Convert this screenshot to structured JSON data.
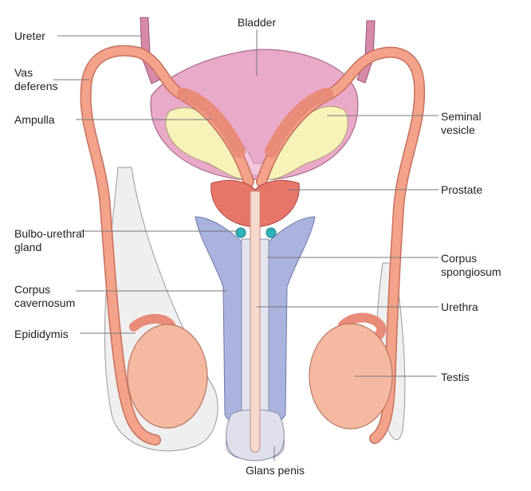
{
  "labels": {
    "ureter": "Ureter",
    "vas_deferens": "Vas\ndeferens",
    "ampulla": "Ampulla",
    "bulbo_urethral_gland": "Bulbo-urethral\ngland",
    "corpus_cavernosum": "Corpus\ncavernosum",
    "epididymis": "Epididymis",
    "bladder": "Bladder",
    "seminal_vesicle": "Seminal\nvesicle",
    "prostate": "Prostate",
    "corpus_spongiosum": "Corpus\nspongiosum",
    "urethra": "Urethra",
    "testis": "Testis",
    "glans_penis": "Glans penis"
  },
  "colors": {
    "bladder": "#e9a9c9",
    "bladder_inner": "#f2c6dc",
    "duct": "#f2a38a",
    "duct_outline": "#c86f5c",
    "seminal_vesicle": "#f7f3b8",
    "prostate": "#e7766a",
    "corpus_cavernosum": "#a9b3dd",
    "corpus_spongiosum": "#e2e3ee",
    "testis": "#f5b9a2",
    "gland": "#2fb2b8",
    "scrotum": "#eeeeee",
    "leader_line": "#777777"
  }
}
